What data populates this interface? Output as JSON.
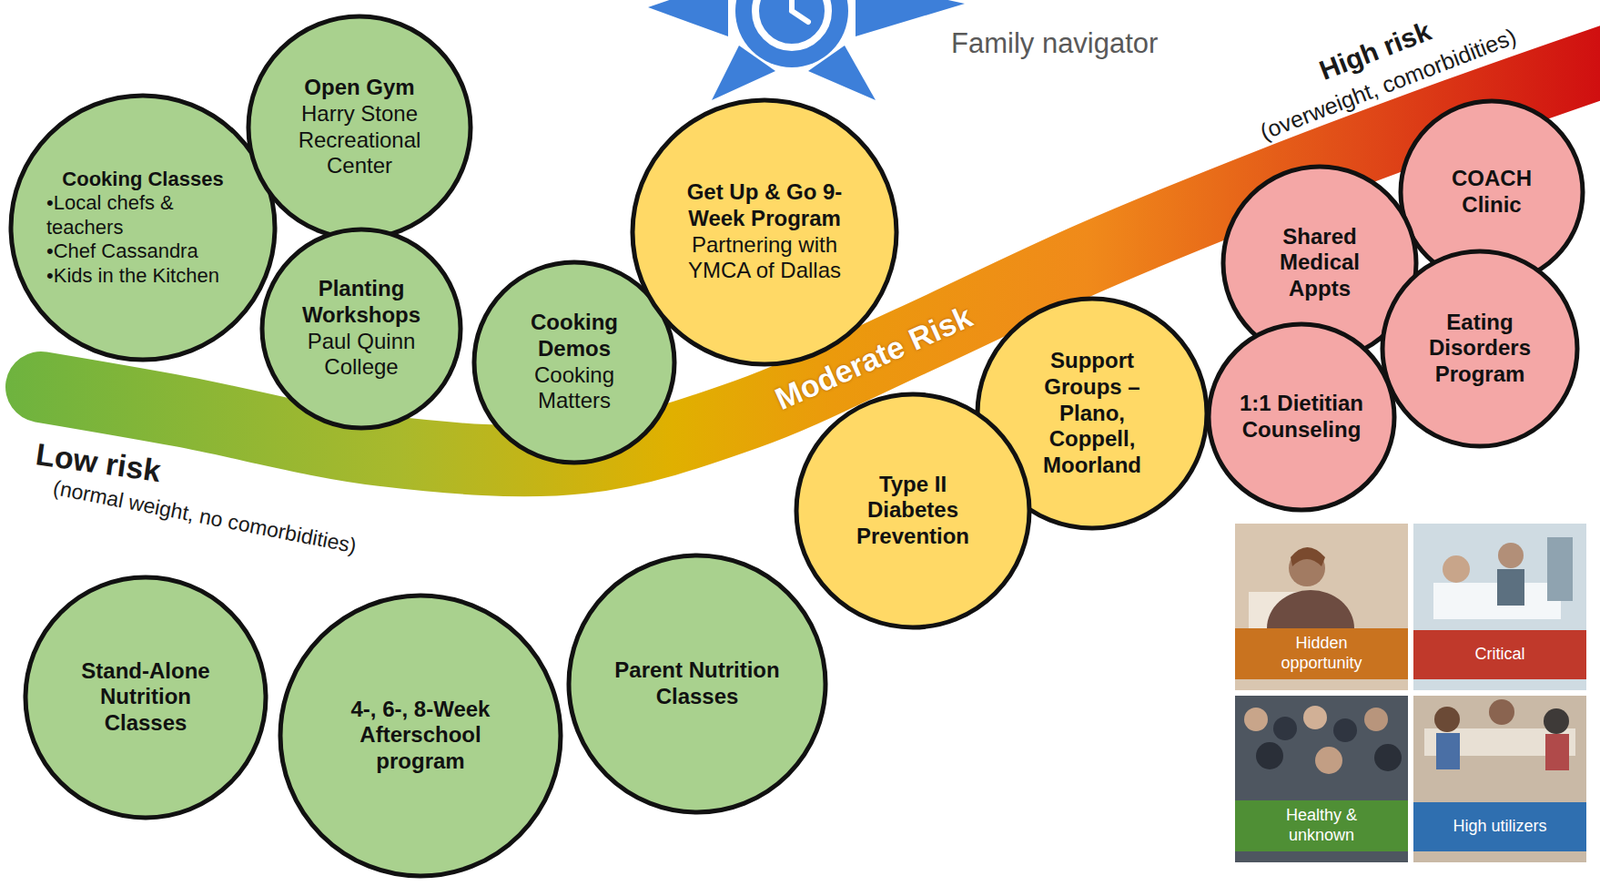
{
  "diagram": {
    "nodes": [
      {
        "text": [
          "Cooking Classes",
          "•Local chefs & teachers",
          "•Chef Cassandra",
          "•Kids in the Kitchen"
        ]
      },
      {
        "text": [
          "Open Gym",
          "Harry Stone Recreational Center"
        ]
      },
      {
        "text": [
          "Planting Workshops",
          "Paul Quinn College"
        ]
      },
      {
        "text": [
          "Cooking Demos",
          "Cooking Matters"
        ]
      },
      {
        "text": [
          "Get Up & Go 9-Week Program",
          "Partnering with YMCA of Dallas"
        ]
      },
      {
        "text": [
          "Support Groups – Plano, Coppell, Moorland"
        ]
      },
      {
        "text": [
          "Type II Diabetes Prevention"
        ]
      },
      {
        "text": [
          "COACH Clinic"
        ]
      },
      {
        "text": [
          "Shared Medical Appts"
        ]
      },
      {
        "text": [
          "Eating Disorders Program"
        ]
      },
      {
        "text": [
          "1:1 Dietitian Counseling"
        ]
      },
      {
        "text": [
          "Stand-Alone Nutrition Classes"
        ]
      },
      {
        "text": [
          "4-, 6-, 8-Week Afterschool program"
        ]
      },
      {
        "text": [
          "Parent Nutrition Classes"
        ]
      },
      {
        "text": [
          "Hidden opportunity"
        ]
      },
      {
        "text": [
          "Critical"
        ]
      },
      {
        "text": [
          "Healthy & unknown"
        ]
      },
      {
        "text": [
          "High utilizers"
        ]
      }
    ],
    "labels": [
      "Family navigator",
      "High risk",
      "(overweight, comorbidities)",
      "Moderate Risk",
      "Low risk",
      "(normal weight, no comorbidities)"
    ]
  }
}
